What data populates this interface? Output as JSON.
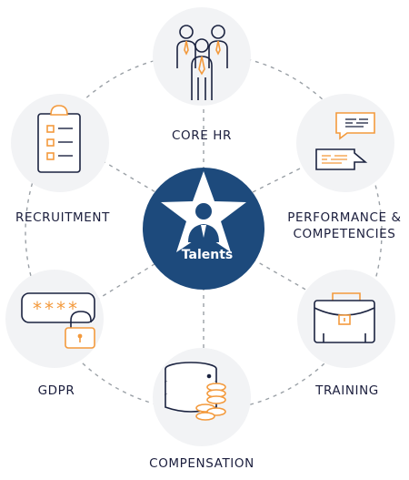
{
  "colors": {
    "navy": "#1d4a7c",
    "dark": "#1b2340",
    "orange": "#f39a3d",
    "bubble": "#f2f3f5",
    "dash": "#9aa0a6"
  },
  "center": {
    "label": "Talents",
    "icon": "star-person-icon"
  },
  "nodes": [
    {
      "id": "core-hr",
      "label": "CORE HR",
      "icon": "team-icon"
    },
    {
      "id": "performance",
      "label_line1": "PERFORMANCE &",
      "label_line2": "COMPETENCIES",
      "icon": "speech-bubbles-icon"
    },
    {
      "id": "training",
      "label": "TRAINING",
      "icon": "briefcase-icon"
    },
    {
      "id": "compensation",
      "label": "COMPENSATION",
      "icon": "database-coins-icon"
    },
    {
      "id": "gdpr",
      "label": "GDPR",
      "icon": "password-lock-icon",
      "password_mask": "****"
    },
    {
      "id": "recruitment",
      "label": "RECRUITMENT",
      "icon": "clipboard-checklist-icon"
    }
  ]
}
